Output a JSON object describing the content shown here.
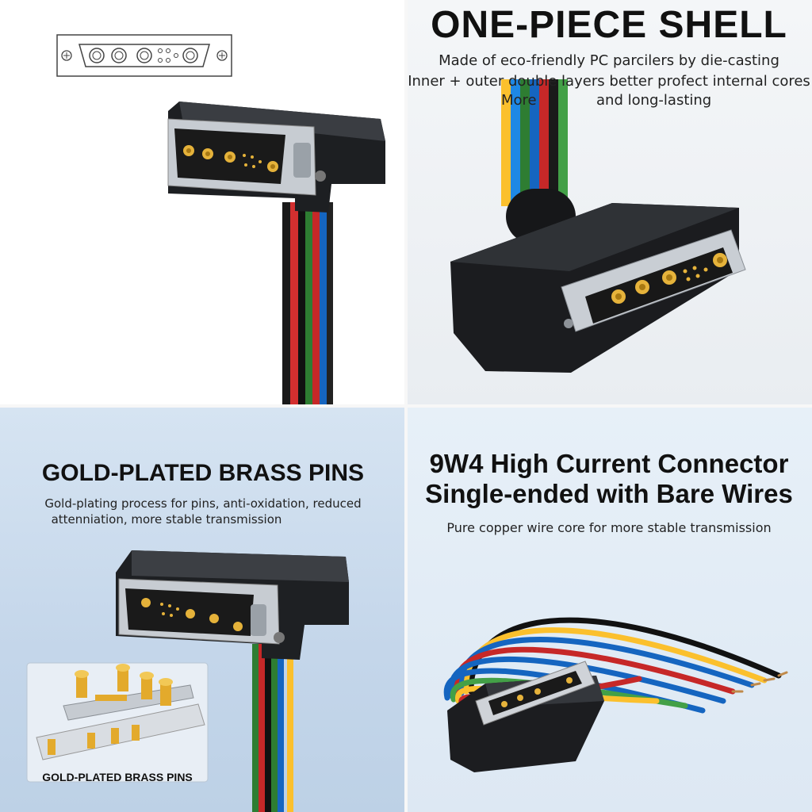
{
  "panels": {
    "shell": {
      "title": "ONE-PIECE SHELL",
      "lines": [
        "Made of eco-friendly PC parcilers by die-casting",
        "Inner + outer double layers better profect internal cores",
        "More",
        "and long-lasting"
      ]
    },
    "pins": {
      "title": "GOLD-PLATED BRASS PINS",
      "lines": [
        "Gold-plating process for pins, anti-oxidation, reduced",
        "attenniation, more stable transmission"
      ],
      "inset_caption": "GOLD-PLATED BRASS PINS"
    },
    "product": {
      "title_line1": "9W4 High Current Connector",
      "title_line2": "Single-ended with Bare Wires",
      "subtitle": "Pure copper  wire core for more stable transmission"
    }
  }
}
